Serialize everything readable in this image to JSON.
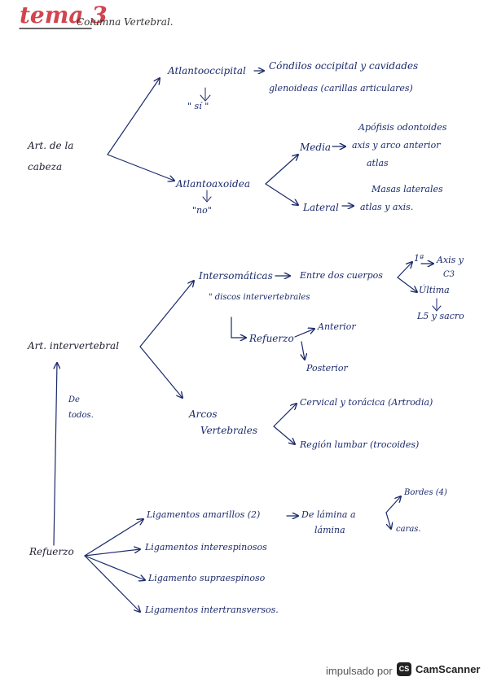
{
  "header": {
    "title": "tema 3",
    "subtitle": "Columna Vertebral."
  },
  "section1": {
    "root": "Art. de la cabeza",
    "atlantooccipital": "Atlantooccipital",
    "atlantooccipital_note": "\" sí \"",
    "atlantooccipital_desc_1": "Cóndilos occipital y cavidades",
    "atlantooccipital_desc_2": "glenoideas (carillas articulares)",
    "atlantoaxoidea": "Atlantoaxoidea",
    "atlantoaxoidea_note": "\"no\"",
    "media": "Media",
    "media_desc_1": "Apófisis odontoides",
    "media_desc_2": "axis y arco anterior",
    "media_desc_3": "atlas",
    "lateral": "Lateral",
    "lateral_desc_1": "Masas laterales",
    "lateral_desc_2": "atlas y axis."
  },
  "section2": {
    "root": "Art. intervertebral",
    "side_note_1": "De",
    "side_note_2": "todos.",
    "intersomaticas": "Intersomáticas",
    "intersomaticas_note": "\" discos intervertebrales",
    "entre": "Entre dos cuerpos",
    "primera": "1ª",
    "primera_desc_1": "Axis y",
    "primera_desc_2": "C3",
    "ultima": "Última",
    "ultima_desc": "L5 y sacro",
    "refuerzo": "Refuerzo",
    "anterior": "Anterior",
    "posterior": "Posterior",
    "arcos_1": "Arcos",
    "arcos_2": "Vertebrales",
    "cervical": "Cervical y torácica (Artrodia)",
    "lumbar": "Región lumbar (trocoides)"
  },
  "section3": {
    "root": "Refuerzo",
    "amarillos": "Ligamentos amarillos (2)",
    "lamina_1": "De lámina a",
    "lamina_2": "lámina",
    "bordes": "Bordes (4)",
    "caras": "caras.",
    "interespinosos": "Ligamentos interespinosos",
    "supraespinoso": "Ligamento supraespinoso",
    "intertransversos": "Ligamentos intertransversos."
  },
  "footer": {
    "powered_by": "impulsado por",
    "logo_text": "CS",
    "brand": "CamScanner"
  },
  "colors": {
    "ink": "#1b2a6b",
    "title": "#d2454e",
    "paper": "#ffffff"
  }
}
